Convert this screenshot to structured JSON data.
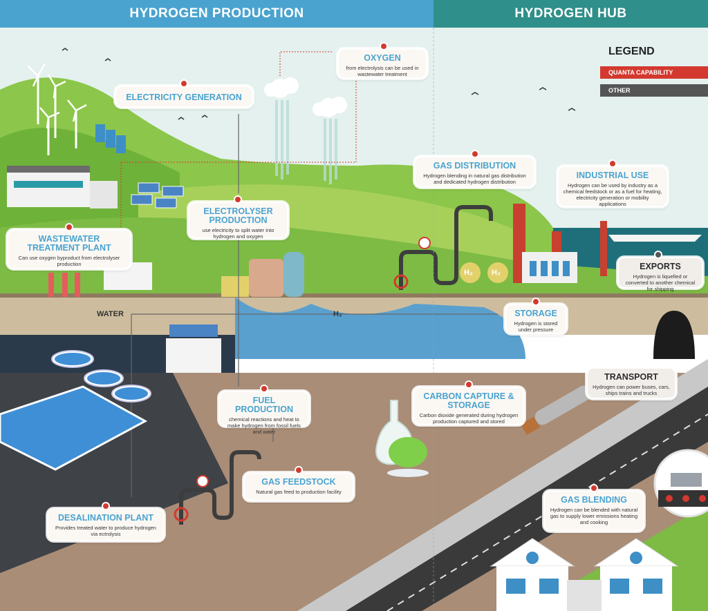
{
  "headers": {
    "left": "HYDROGEN PRODUCTION",
    "right": "HYDROGEN HUB"
  },
  "legend": {
    "title": "LEGEND",
    "items": [
      {
        "label": "QUANTA CAPABILITY",
        "color": "#d3392f"
      },
      {
        "label": "OTHER",
        "color": "#555555"
      }
    ]
  },
  "labels": {
    "water": "WATER",
    "h2_flow": "H₂",
    "h2_tank_1": "H₂",
    "h2_tank_2": "H₂"
  },
  "cards": {
    "oxygen": {
      "title": "OXYGEN",
      "desc": "from electrolysis can be used in wastewater treatment"
    },
    "electricity_generation": {
      "title": "ELECTRICITY GENERATION",
      "desc": ""
    },
    "gas_distribution": {
      "title": "GAS DISTRIBUTION",
      "desc": "Hydrogen blending in natural gas distribution and dedicated hydrogen distribution"
    },
    "industrial_use": {
      "title": "INDUSTRIAL USE",
      "desc": "Hydrogen can be used by industry as a chemical feedstock or as a fuel for heating, electricity generation or mobility applications"
    },
    "electrolyser_production": {
      "title": "ELECTROLYSER PRODUCTION",
      "desc": "use electricity to split water into hydrogen and oxygen"
    },
    "wastewater_treatment_plant": {
      "title": "WASTEWATER TREATMENT PLANT",
      "desc": "Can use oxygen byproduct from electrolyser production"
    },
    "exports": {
      "title": "EXPORTS",
      "desc": "Hydrogen is liquefied or converted to another chemical for shipping"
    },
    "storage": {
      "title": "STORAGE",
      "desc": "Hydrogen is stored under pressure"
    },
    "transport": {
      "title": "TRANSPORT",
      "desc": "Hydrogen can power buses, cars, ships trains and trucks"
    },
    "fuel_production": {
      "title": "FUEL PRODUCTION",
      "desc": "chemical reactions and heat to make hydrogen from fossil fuels and water"
    },
    "carbon_capture_storage": {
      "title": "CARBON CAPTURE & STORAGE",
      "desc": "Carbon dioxide generated during hydrogen production captured and stored"
    },
    "gas_feedstock": {
      "title": "GAS FEEDSTOCK",
      "desc": "Natural gas feed to production facility"
    },
    "desalination_plant": {
      "title": "DESALINATION PLANT",
      "desc": "Provides treated water to produce hydrogen via ectrolysis"
    },
    "gas_blending": {
      "title": "GAS BLENDING",
      "desc": "Hydrogen can be blended with natural gas to supply lower emissions heating and cooking"
    }
  },
  "colors": {
    "header_left": "#4aa3cf",
    "header_right": "#2f8f8a",
    "sky": "#e3f0ee",
    "hills": "#7fbf3f",
    "ground": "#a5876f",
    "soil": "#c9b89a",
    "water": "#5aa0cf",
    "road": "#3a3a3a"
  }
}
